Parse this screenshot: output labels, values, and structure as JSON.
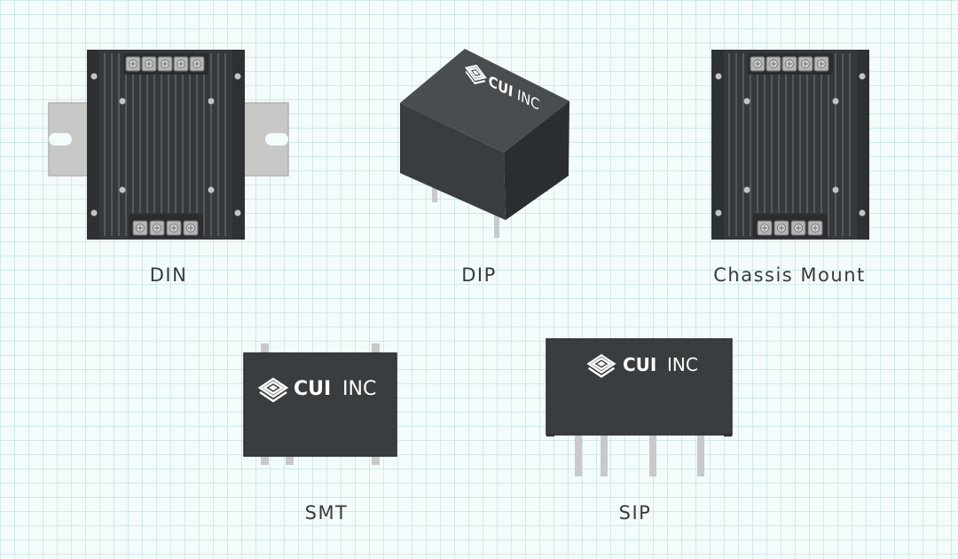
{
  "logo": {
    "brand": "CUI",
    "suffix": "INC"
  },
  "colors": {
    "background": "#f3fbfb",
    "grid": "#96c8d2",
    "package_body": "#3a3d40",
    "rail": "#c8c8c6",
    "terminal": "#b4b6b6",
    "pin": "#c9c9c9",
    "label_text": "#3a3a3a"
  },
  "packages": [
    {
      "id": "din",
      "label": "DIN"
    },
    {
      "id": "dip",
      "label": "DIP"
    },
    {
      "id": "chassis",
      "label": "Chassis Mount"
    },
    {
      "id": "smt",
      "label": "SMT"
    },
    {
      "id": "sip",
      "label": "SIP"
    }
  ]
}
